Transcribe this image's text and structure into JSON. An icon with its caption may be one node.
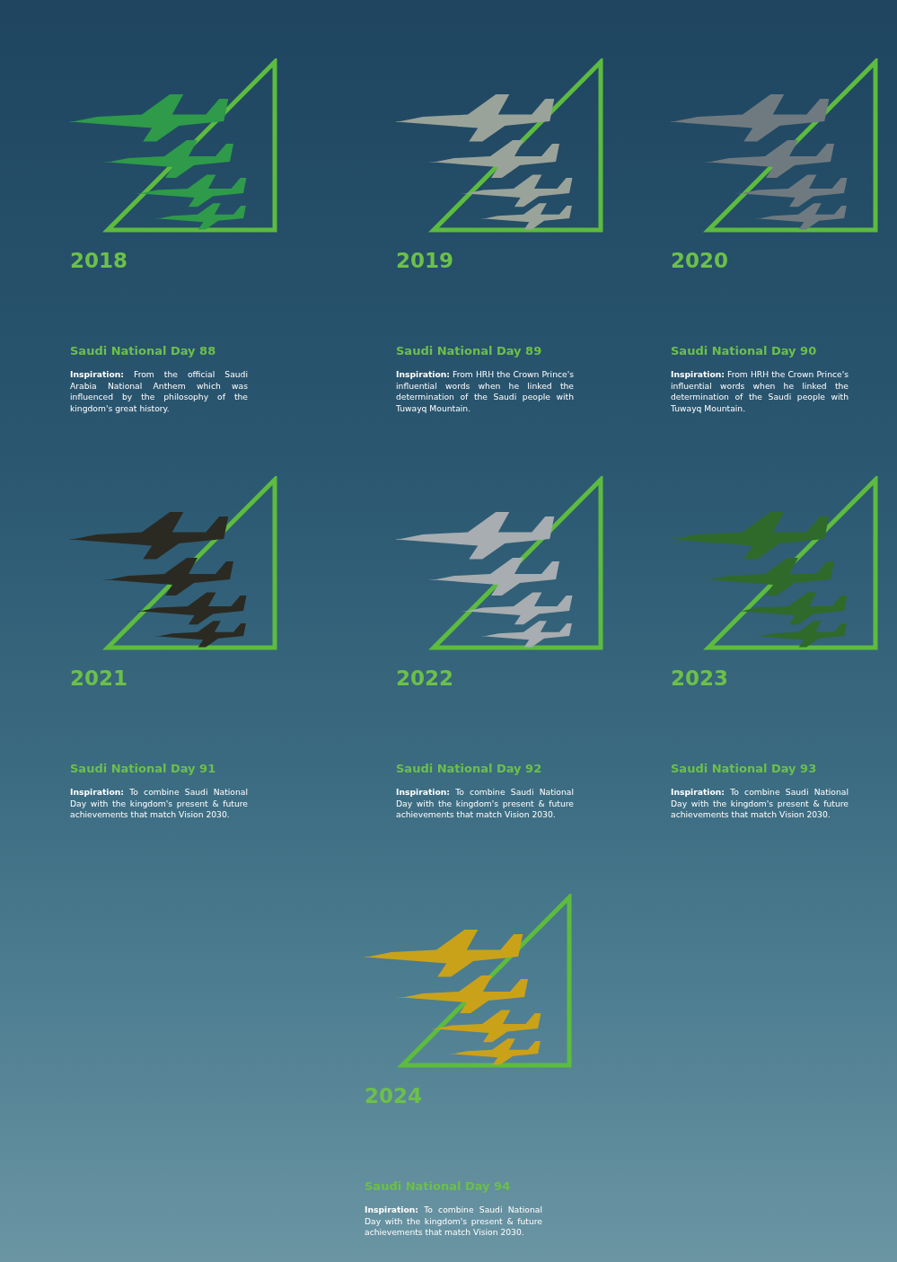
{
  "diagram": {
    "labels": [
      "2018",
      "Saudi National Day 88",
      "**Inspiration:** From the official Saudi Arabia National Anthem which was influenced by the philosophy of the kingdom's great history.",
      "2019",
      "Saudi National Day 89",
      "**Inspiration:** From HRH the Crown Prince's influential words when he linked the determination of the Saudi people with Tuwayq Mountain.",
      "2020",
      "Saudi National Day 90",
      "**Inspiration:** From HRH the Crown Prince's influential words when he linked the determination of the Saudi people with Tuwayq Mountain.",
      "2021",
      "Saudi National Day 91",
      "**Inspiration:** To combine Saudi National Day with the kingdom's present & future achievements that match Vision 2030.",
      "2022",
      "Saudi National Day 92",
      "**Inspiration:** To combine Saudi National Day with the kingdom's present & future achievements that match Vision 2030.",
      "2023",
      "Saudi National Day 93",
      "**Inspiration:** To combine Saudi National Day with the kingdom's present & future achievements that match Vision 2030.",
      "2024",
      "Saudi National Day 94",
      "**Inspiration:** To combine Saudi National Day with the kingdom's present & future achievements that match Vision 2030."
    ]
  }
}
